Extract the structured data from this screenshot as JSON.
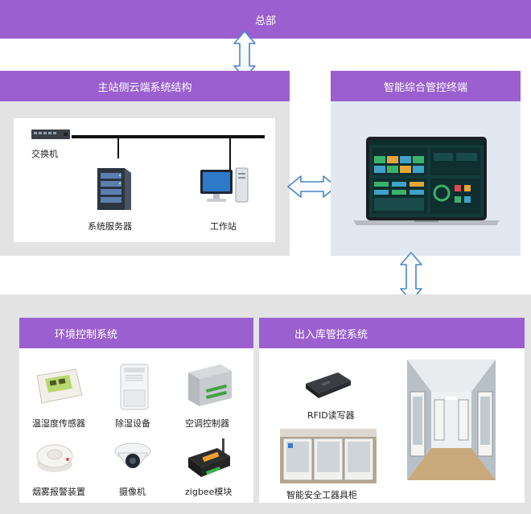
{
  "headquarters": {
    "title": "总部"
  },
  "master_station": {
    "title": "主站侧云端系统结构",
    "devices": {
      "switch": "交换机",
      "server": "系统服务器",
      "workstation": "工作站"
    }
  },
  "terminal": {
    "title": "智能综合管控终端"
  },
  "environment": {
    "title": "环境控制系统",
    "items": [
      {
        "label": "温湿度传感器",
        "icon": "thermo-hygrometer-icon"
      },
      {
        "label": "除湿设备",
        "icon": "dehumidifier-icon"
      },
      {
        "label": "空调控制器",
        "icon": "ac-controller-icon"
      },
      {
        "label": "烟雾报警装置",
        "icon": "smoke-detector-icon"
      },
      {
        "label": "摄像机",
        "icon": "camera-icon"
      },
      {
        "label": "zigbee模块",
        "icon": "zigbee-module-icon"
      }
    ]
  },
  "warehouse": {
    "title": "出入库管控系统",
    "rfid": "RFID读写器",
    "cabinet": "智能安全工器具柜"
  },
  "colors": {
    "purple": "#9b5fcf",
    "grey_panel": "#e3e3e3",
    "blue_panel": "#e1e8f1",
    "arrow": "#4a86c5"
  }
}
